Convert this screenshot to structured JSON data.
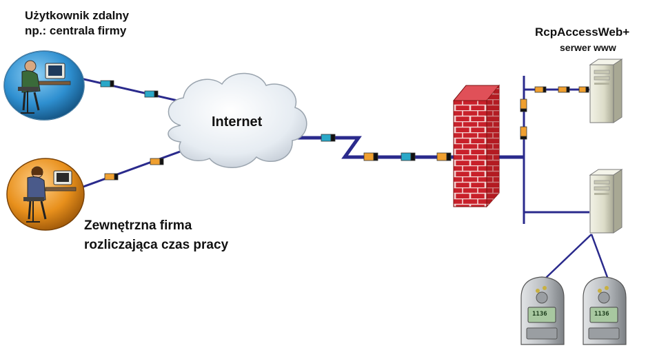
{
  "labels": {
    "remote_user_line1": "Użytkownik zdalny",
    "remote_user_line2": "np.: centrala firmy",
    "external_company_line1": "Zewnętrzna firma",
    "external_company_line2": "rozliczająca czas pracy",
    "server_title": "RcpAccessWeb+",
    "server_subtitle": "serwer www",
    "internet": "Internet",
    "reader_display_1": "1136",
    "reader_display_2": "1136"
  },
  "colors": {
    "link_line": "#2a2a8c",
    "connector_blue": "#2aa8c8",
    "connector_orange": "#f0a030",
    "firewall_red": "#c8202a",
    "globe_blue": "#2e8fd0",
    "globe_orange": "#e8901c",
    "server_body": "#dcdcc8",
    "reader_body": "#b8bcc0"
  },
  "icons": {
    "remote_user": "remote-user-workstation-icon",
    "external_company": "external-company-workstation-icon",
    "cloud": "internet-cloud-icon",
    "firewall": "firewall-brick-wall-icon",
    "web_server": "web-server-tower-icon",
    "db_server": "server-tower-icon",
    "reader": "time-attendance-reader-icon"
  }
}
